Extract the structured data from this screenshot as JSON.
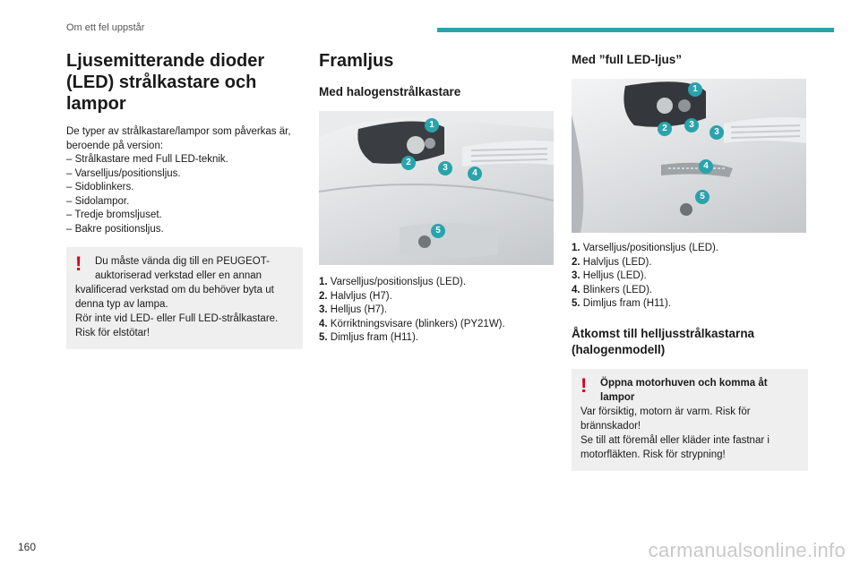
{
  "header": {
    "section": "Om ett fel uppstår"
  },
  "page_number": "160",
  "watermark": "carmanualsonline.info",
  "col1": {
    "title": "Ljusemitterande dioder (LED) strålkastare och lampor",
    "intro": "De typer av strålkastare/lampor som påverkas är, beroende på version:",
    "items": [
      "– Strålkastare med Full LED-teknik.",
      "– Varselljus/positionsljus.",
      "– Sidoblinkers.",
      "– Sidolampor.",
      "– Tredje bromsljuset.",
      "– Bakre positionsljus."
    ],
    "warning": {
      "line1": "Du måste vända dig till en PEUGEOT-",
      "line2": "auktoriserad verkstad eller en annan",
      "rest": "kvalificerad verkstad om du behöver byta ut denna typ av lampa.",
      "line4": "Rör inte vid LED- eller Full LED-strålkastare. Risk för elstötar!"
    }
  },
  "col2": {
    "title": "Framljus",
    "subtitle": "Med halogenstrålkastare",
    "items": [
      {
        "num": "1.",
        "text": "Varselljus/positionsljus (LED)."
      },
      {
        "num": "2.",
        "text": "Halvljus (H7)."
      },
      {
        "num": "3.",
        "text": "Helljus (H7)."
      },
      {
        "num": "4.",
        "text": "Körriktningsvisare (blinkers) (PY21W)."
      },
      {
        "num": "5.",
        "text": "Dimljus fram (H11)."
      }
    ],
    "callouts": [
      "1",
      "2",
      "3",
      "4",
      "5"
    ]
  },
  "col3": {
    "title": "Med ”full LED-ljus”",
    "items": [
      {
        "num": "1.",
        "text": "Varselljus/positionsljus (LED)."
      },
      {
        "num": "2.",
        "text": "Halvljus (LED)."
      },
      {
        "num": "3.",
        "text": "Helljus (LED)."
      },
      {
        "num": "4.",
        "text": "Blinkers (LED)."
      },
      {
        "num": "5.",
        "text": "Dimljus fram (H11)."
      }
    ],
    "callouts": [
      "1",
      "2",
      "3",
      "3",
      "4",
      "5"
    ],
    "subtitle2": "Åtkomst till helljusstrålkastarna (halogenmodell)",
    "warning": {
      "title_line1": "Öppna motorhuven och komma åt",
      "title_line2": "lampor",
      "line1": "Var försiktig, motorn är varm. Risk för brännskador!",
      "line2": "Se till att föremål eller kläder inte fastnar i motorfläkten. Risk för strypning!"
    }
  },
  "colors": {
    "accent": "#2aa3ab",
    "warning": "#d3001b",
    "box": "#efefef"
  }
}
